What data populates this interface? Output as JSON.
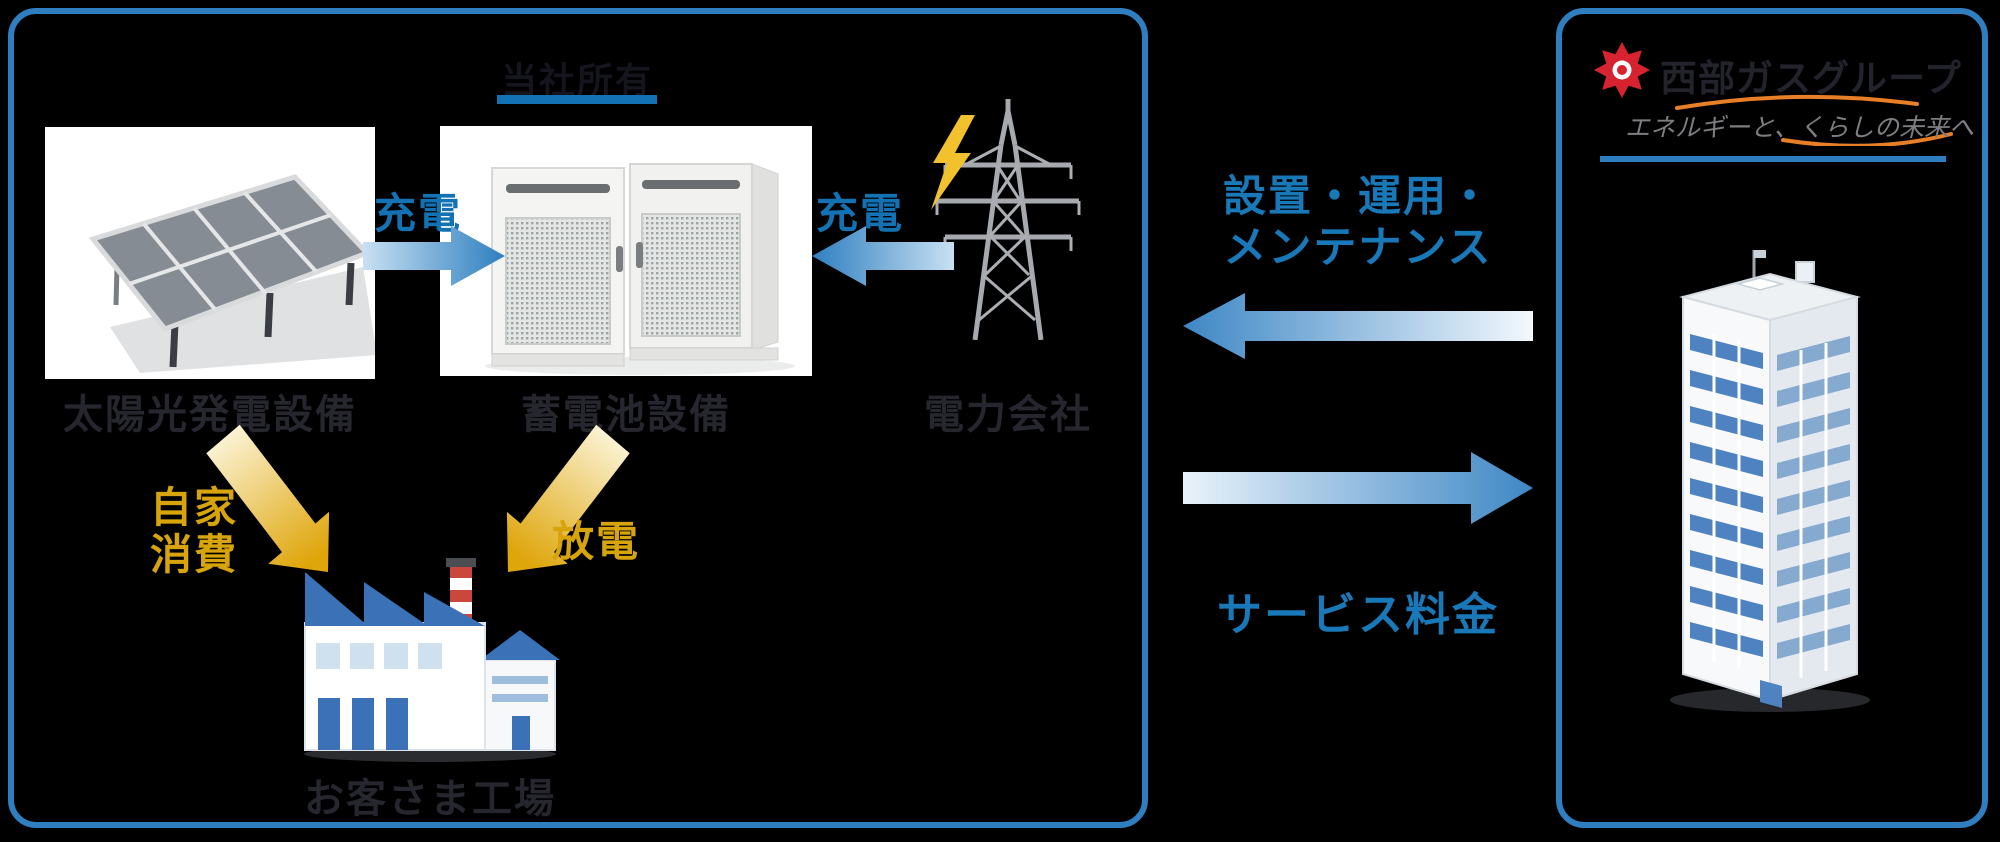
{
  "customer_area": {
    "battery_ownership_title": "当社所有",
    "solar_label": "太陽光発電設備",
    "battery_label": "蓄電池設備",
    "grid_label": "電力会社",
    "factory_label": "お客さま工場",
    "charge_from_solar_label": "充電",
    "charge_from_grid_label": "充電",
    "self_consumption_label_line1": "自家",
    "self_consumption_label_line2": "消費",
    "discharge_label": "放電"
  },
  "exchange": {
    "provider_to_customer_line1": "設置・運用・",
    "provider_to_customer_line2": "メンテナンス",
    "customer_to_provider": "サービス料金"
  },
  "provider_area": {
    "logo": {
      "mark": "red-flower-mark",
      "company_name": "西部ガスグループ",
      "tagline": "エネルギーと、くらしの未来へ"
    }
  },
  "colors": {
    "accent_blue": "#1272B4",
    "border_blue": "#2E7EC0",
    "arrow_blue": "#3E87C5",
    "label_dark": "#26262E",
    "yellow": "#D7A40C",
    "logo_red": "#D7232F",
    "tagline_orange": "#E87E26",
    "tagline_gray": "#7E7E82"
  }
}
